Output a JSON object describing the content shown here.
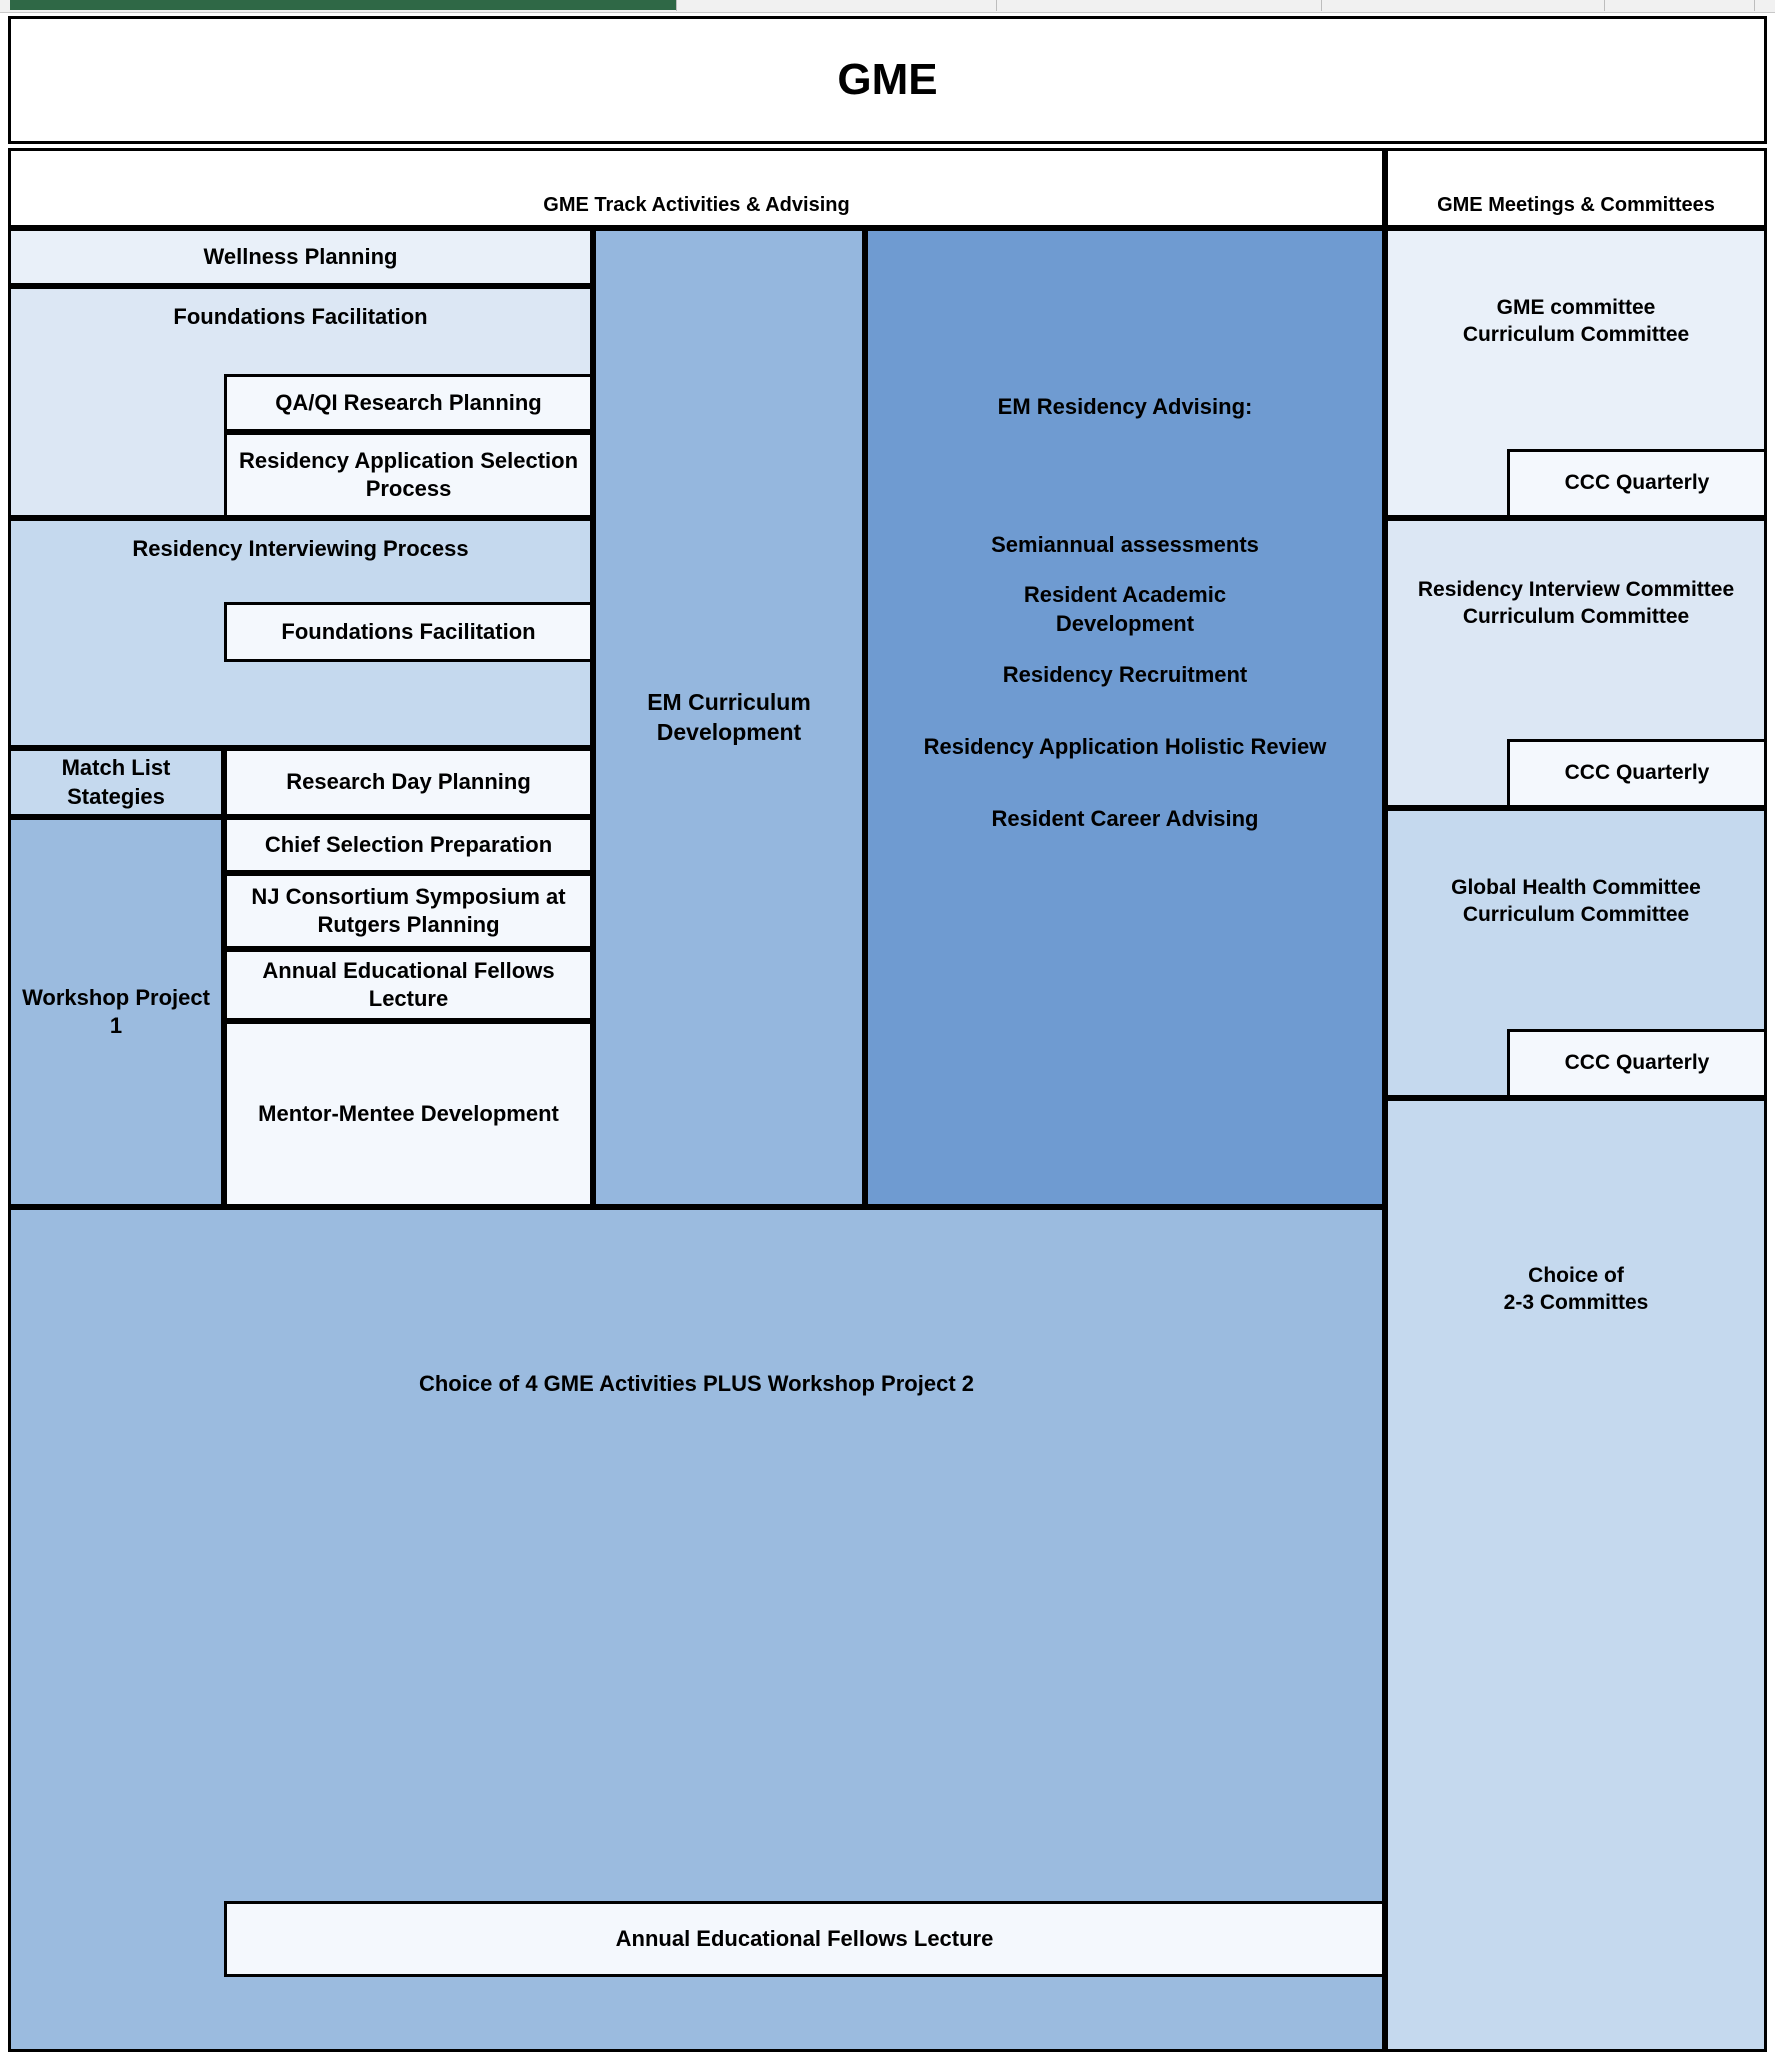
{
  "chrome": {
    "progress_color": "#2f6846"
  },
  "header": {
    "title": "GME"
  },
  "columns": {
    "left_header": "GME Track Activities & Advising",
    "right_header": "GME Meetings & Committees"
  },
  "track_column_a": [
    {
      "label": "Wellness Planning"
    },
    {
      "label": "Foundations Facilitation"
    },
    {
      "label": "Residency Interviewing Process"
    },
    {
      "label": "Match List Stategies"
    },
    {
      "label": "Workshop Project 1"
    }
  ],
  "track_column_b": [
    {
      "label": "QA/QI Research Planning"
    },
    {
      "label": "Residency Application Selection Process"
    },
    {
      "label": "Foundations Facilitation"
    },
    {
      "label": "Research Day Planning"
    },
    {
      "label": "Chief Selection Preparation"
    },
    {
      "label": "NJ Consortium Symposium at Rutgers Planning"
    },
    {
      "label": "Annual Educational Fellows Lecture"
    },
    {
      "label": "Mentor-Mentee Development"
    }
  ],
  "curriculum": {
    "label": "EM Curriculum Development"
  },
  "advising": {
    "heading": "EM Residency Advising:",
    "items": [
      "Semiannual assessments",
      "Resident Academic Development",
      "Residency Recruitment",
      "Residency Application Holistic Review",
      "Resident Career Advising"
    ]
  },
  "committees": [
    {
      "lines": "GME committee\nCurriculum Committee",
      "line1": "GME committee",
      "line2": "Curriculum Committee",
      "sub": "CCC Quarterly"
    },
    {
      "line1": "Residency Interview Committee",
      "line2": "Curriculum Committee",
      "sub": "CCC Quarterly"
    },
    {
      "line1": "Global Health Committee",
      "line2": "Curriculum Committee",
      "sub": "CCC Quarterly"
    }
  ],
  "committee_choice": {
    "line1": "Choice of",
    "line2": "2-3 Committes"
  },
  "bottom": {
    "choice_label": "Choice of 4 GME Activities PLUS Workshop Project 2",
    "lecture_label": "Annual Educational Fellows Lecture"
  }
}
